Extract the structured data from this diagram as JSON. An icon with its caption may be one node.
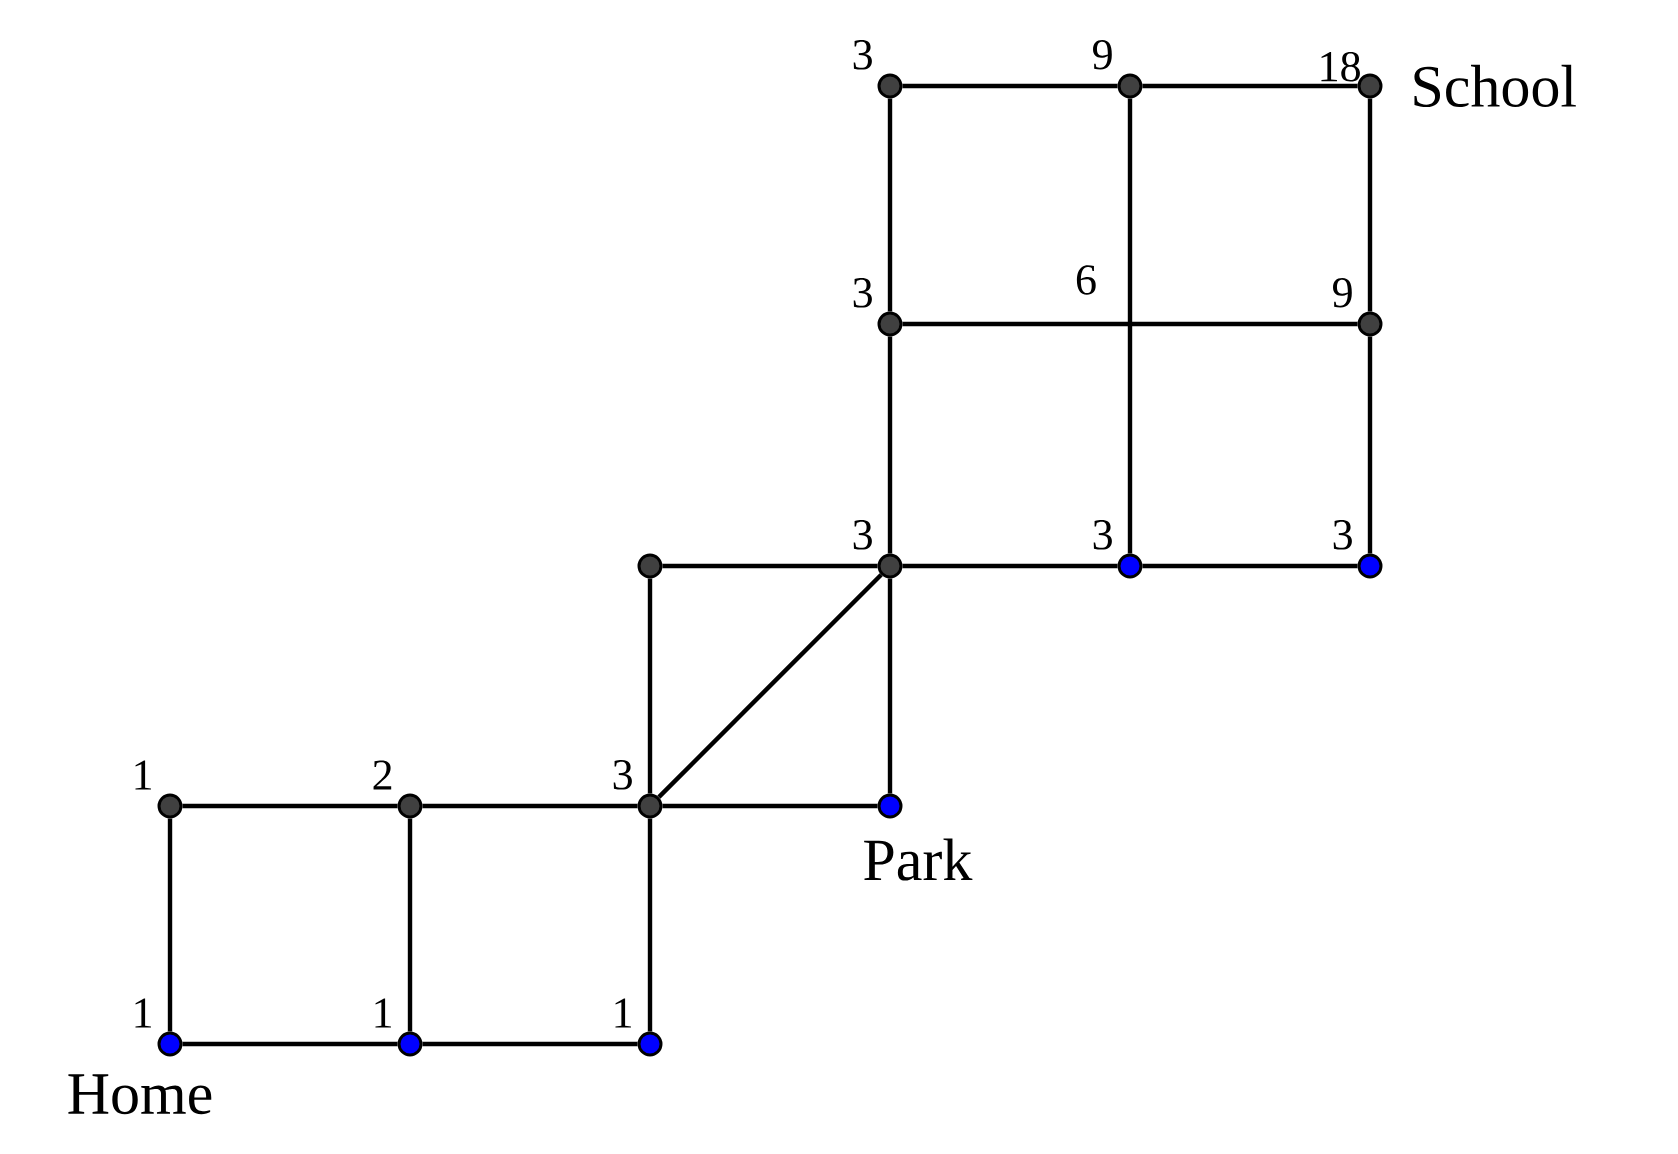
{
  "diagram": {
    "nodes": [
      {
        "text": [],
        "shape": "circle",
        "beside": [
          "3"
        ]
      },
      {
        "text": [],
        "shape": "circle",
        "beside": [
          "9"
        ]
      },
      {
        "text": [],
        "shape": "circle",
        "beside": [
          "18",
          "School"
        ]
      },
      {
        "text": [],
        "shape": "circle",
        "beside": [
          "3"
        ]
      },
      {
        "text": [],
        "shape": "circle",
        "beside": [
          "9"
        ]
      },
      {
        "text": [],
        "shape": "circle"
      },
      {
        "text": [],
        "shape": "circle",
        "beside": [
          "3"
        ]
      },
      {
        "text": [],
        "shape": "circle",
        "beside": [
          "3"
        ]
      },
      {
        "text": [],
        "shape": "circle",
        "beside": [
          "3"
        ]
      },
      {
        "text": [],
        "shape": "circle",
        "beside": [
          "1"
        ]
      },
      {
        "text": [],
        "shape": "circle",
        "beside": [
          "2"
        ]
      },
      {
        "text": [],
        "shape": "circle",
        "beside": [
          "3"
        ]
      },
      {
        "text": [],
        "shape": "circle",
        "beside": [
          "Park"
        ]
      },
      {
        "text": [],
        "shape": "circle",
        "beside": [
          "1",
          "Home"
        ]
      },
      {
        "text": [],
        "shape": "circle",
        "beside": [
          "1"
        ]
      },
      {
        "text": [],
        "shape": "circle",
        "beside": [
          "1"
        ]
      }
    ],
    "edges": [
      {
        "from": 0,
        "to": 1,
        "arrow": "none"
      },
      {
        "from": 1,
        "to": 2,
        "arrow": "none"
      },
      {
        "from": 0,
        "to": 3,
        "arrow": "none"
      },
      {
        "from": 1,
        "to": 7,
        "arrow": "none"
      },
      {
        "from": 2,
        "to": 4,
        "arrow": "none"
      },
      {
        "from": 3,
        "to": 4,
        "arrow": "none"
      },
      {
        "from": 3,
        "to": 6,
        "arrow": "none"
      },
      {
        "from": 4,
        "to": 8,
        "arrow": "none"
      },
      {
        "from": 5,
        "to": 6,
        "arrow": "none"
      },
      {
        "from": 6,
        "to": 7,
        "arrow": "none"
      },
      {
        "from": 7,
        "to": 8,
        "arrow": "none"
      },
      {
        "from": 5,
        "to": 11,
        "arrow": "none"
      },
      {
        "from": 11,
        "to": 6,
        "arrow": "none"
      },
      {
        "from": 6,
        "to": 12,
        "arrow": "none"
      },
      {
        "from": 9,
        "to": 10,
        "arrow": "none"
      },
      {
        "from": 10,
        "to": 11,
        "arrow": "none"
      },
      {
        "from": 11,
        "to": 12,
        "arrow": "none"
      },
      {
        "from": 9,
        "to": 13,
        "arrow": "none"
      },
      {
        "from": 10,
        "to": 14,
        "arrow": "none"
      },
      {
        "from": 11,
        "to": 15,
        "arrow": "none"
      },
      {
        "from": 13,
        "to": 14,
        "arrow": "none"
      },
      {
        "from": 14,
        "to": 15,
        "arrow": "none"
      }
    ],
    "labels": [
      "6"
    ]
  }
}
